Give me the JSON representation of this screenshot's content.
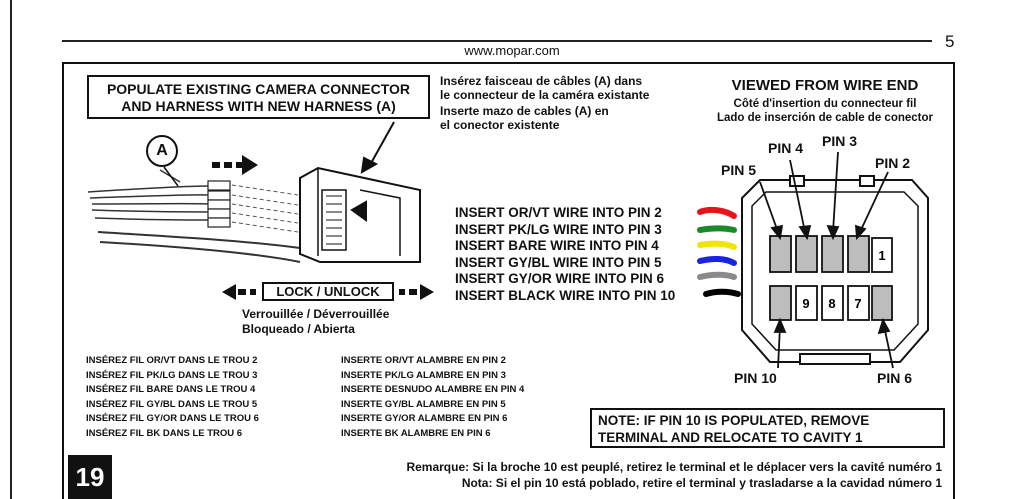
{
  "page": {
    "number": "5",
    "url": "www.mopar.com",
    "step": "19"
  },
  "populate_title": {
    "line1": "POPULATE EXISTING CAMERA CONNECTOR",
    "line2": "AND HARNESS WITH NEW HARNESS (A)"
  },
  "fr_insert": {
    "line1": "Insérez faisceau de câbles (A) dans",
    "line2": "le connecteur de la caméra existante"
  },
  "es_insert": {
    "line1": "Inserte mazo de cables (A) en",
    "line2": "el conector existente"
  },
  "callout": "A",
  "viewed": {
    "title": "VIEWED FROM WIRE END",
    "fr": "Côté d'insertion du connecteur fil",
    "es": "Lado de inserción de cable de conector"
  },
  "instructions": [
    "INSERT OR/VT WIRE INTO PIN 2",
    "INSERT PK/LG WIRE INTO PIN 3",
    "INSERT BARE WIRE INTO PIN 4",
    "INSERT GY/BL WIRE INTO PIN 5",
    "INSERT GY/OR WIRE INTO PIN 6",
    "INSERT BLACK WIRE INTO PIN 10"
  ],
  "swatch_colors": [
    "#e8141c",
    "#1a8a2a",
    "#f2e600",
    "#1a24e0",
    "#8a8a8a",
    "#000000"
  ],
  "lock": {
    "label": "LOCK / UNLOCK",
    "fr": "Verrouillée / Déverrouillée",
    "es": "Bloqueado / Abierta"
  },
  "fr_list": [
    "INSÉREZ FIL OR/VT DANS LE TROU 2",
    "INSÉREZ FIL PK/LG DANS LE TROU 3",
    "INSÉREZ FIL BARE DANS LE TROU 4",
    "INSÉREZ FIL GY/BL DANS LE TROU 5",
    "INSÉREZ FIL GY/OR DANS LE TROU 6",
    "INSÉREZ FIL BK DANS LE TROU 6"
  ],
  "es_list": [
    "INSERTE OR/VT ALAMBRE EN PIN 2",
    "INSERTE PK/LG ALAMBRE EN PIN 3",
    "INSERTE DESNUDO ALAMBRE EN PIN 4",
    "INSERTE GY/BL ALAMBRE EN PIN 5",
    "INSERTE GY/OR ALAMBRE EN PIN 6",
    "INSERTE BK ALAMBRE EN PIN 6"
  ],
  "pins": {
    "pin2": "PIN 2",
    "pin3": "PIN 3",
    "pin4": "PIN 4",
    "pin5": "PIN 5",
    "pin6": "PIN 6",
    "pin10": "PIN 10",
    "cavity1": "1",
    "cavity9": "9",
    "cavity8": "8",
    "cavity7": "7"
  },
  "note": {
    "line1": "NOTE: IF PIN 10 IS POPULATED, REMOVE",
    "line2": "TERMINAL AND RELOCATE TO CAVITY 1"
  },
  "remark_fr": "Remarque: Si la broche 10 est peuplé, retirez le terminal et le déplacer vers la cavité numéro 1",
  "remark_es": "Nota: Si el pin 10 está poblado, retire el terminal y trasladarse a la cavidad número 1"
}
